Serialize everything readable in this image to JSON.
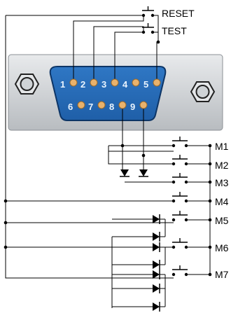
{
  "switches": [
    {
      "id": "reset",
      "label": "RESET"
    },
    {
      "id": "test",
      "label": "TEST"
    }
  ],
  "connector": {
    "top_pins": [
      "1",
      "2",
      "3",
      "4",
      "5"
    ],
    "bottom_pins": [
      "6",
      "7",
      "8",
      "9"
    ]
  },
  "outputs": [
    "M1",
    "M2",
    "M3",
    "M4",
    "M5",
    "M6",
    "M7"
  ],
  "colors": {
    "connector_shell": "#cfd3d6",
    "connector_face": "#3a7fc7",
    "pin_contact": "#e9b26c",
    "wire": "#000000"
  }
}
